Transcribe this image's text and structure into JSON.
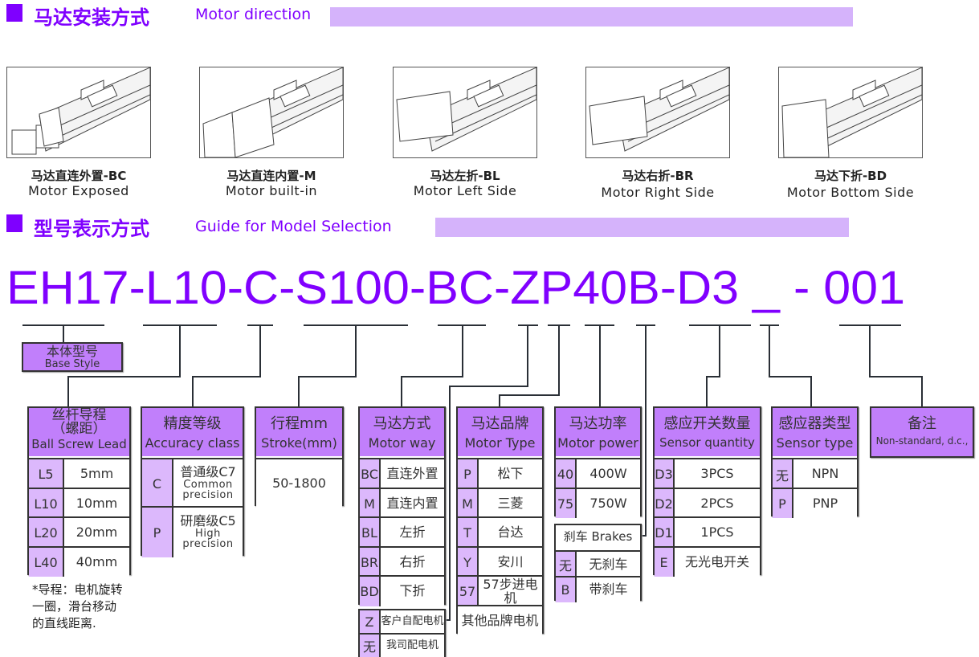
{
  "sections": [
    {
      "title": "马达安装方式",
      "subtitle": "Motor direction"
    },
    {
      "title": "型号表示方式",
      "subtitle": "Guide for Model Selection"
    }
  ],
  "mount_options": [
    {
      "zh": "马达直连外置-BC",
      "en": "Motor Exposed"
    },
    {
      "zh": "马达直连内置-M",
      "en": "Motor built-in"
    },
    {
      "zh": "马达左折-BL",
      "en": "Motor Left Side"
    },
    {
      "zh": "马达右折-BR",
      "en": "Motor Right Side"
    },
    {
      "zh": "马达下折-BD",
      "en": "Motor Bottom Side"
    }
  ],
  "model_code": "EH17-L10-C-S100-BC-ZP40B-D3 _ - 001",
  "base_style": {
    "zh": "本体型号",
    "en": "Base Style"
  },
  "tables": [
    {
      "id": "lead",
      "zh": "丝杆导程\n（螺距）",
      "en": "Ball Screw Lead",
      "rows": [
        {
          "code": "L5",
          "value": "5mm"
        },
        {
          "code": "L10",
          "value": "10mm"
        },
        {
          "code": "L20",
          "value": "20mm"
        },
        {
          "code": "L40",
          "value": "40mm"
        }
      ]
    },
    {
      "id": "accuracy",
      "zh": "精度等级",
      "en": "Accuracy class",
      "rows": [
        {
          "code": "C",
          "value": "普通级C7",
          "sub": "Common precision"
        },
        {
          "code": "P",
          "value": "研磨级C5",
          "sub": "High precision"
        }
      ]
    },
    {
      "id": "stroke",
      "zh": "行程mm",
      "en": "Stroke(mm)",
      "rows": [
        {
          "value": "50-1800"
        }
      ]
    },
    {
      "id": "motor-way",
      "zh": "马达方式",
      "en": "Motor way",
      "rows": [
        {
          "code": "BC",
          "value": "直连外置"
        },
        {
          "code": "M",
          "value": "直连内置"
        },
        {
          "code": "BL",
          "value": "左折"
        },
        {
          "code": "BR",
          "value": "右折"
        },
        {
          "code": "BD",
          "value": "下折"
        }
      ]
    },
    {
      "id": "motor-type",
      "zh": "马达品牌",
      "en": "Motor Type",
      "rows": [
        {
          "code": "P",
          "value": "松下"
        },
        {
          "code": "M",
          "value": "三菱"
        },
        {
          "code": "T",
          "value": "台达"
        },
        {
          "code": "Y",
          "value": "安川"
        },
        {
          "code": "57",
          "value": "57步进电机"
        },
        {
          "value": "其他品牌电机"
        }
      ]
    },
    {
      "id": "motor-power",
      "zh": "马达功率",
      "en": "Motor power",
      "rows": [
        {
          "code": "40",
          "value": "400W"
        },
        {
          "code": "75",
          "value": "750W"
        }
      ]
    },
    {
      "id": "sensor-qty",
      "zh": "感应开关数量",
      "en": "Sensor quantity",
      "rows": [
        {
          "code": "D3",
          "value": "3PCS"
        },
        {
          "code": "D2",
          "value": "2PCS"
        },
        {
          "code": "D1",
          "value": "1PCS"
        },
        {
          "code": "E",
          "value": "无光电开关"
        }
      ]
    },
    {
      "id": "sensor-type",
      "zh": "感应器类型",
      "en": "Sensor type",
      "rows": [
        {
          "code": "无",
          "value": "NPN"
        },
        {
          "code": "P",
          "value": "PNP"
        }
      ]
    },
    {
      "id": "remark",
      "zh": "备注",
      "en": "Non-standard, d.c.,",
      "rows": []
    }
  ],
  "motor_supply": {
    "rows": [
      {
        "code": "Z",
        "value": "客户自配电机"
      },
      {
        "code": "无",
        "value": "我司配电机"
      }
    ]
  },
  "brakes": {
    "title": "刹车 Brakes",
    "rows": [
      {
        "code": "无",
        "value": "无刹车"
      },
      {
        "code": "B",
        "value": "带刹车"
      }
    ]
  },
  "lead_note": "*导程：电机旋转\n一圈，滑台移动\n的直线距离.",
  "colors": {
    "accent": "#7f00ff",
    "bar": "#d5b3fb",
    "header": "#c17ffb",
    "code_cell": "#dcb8fc"
  }
}
